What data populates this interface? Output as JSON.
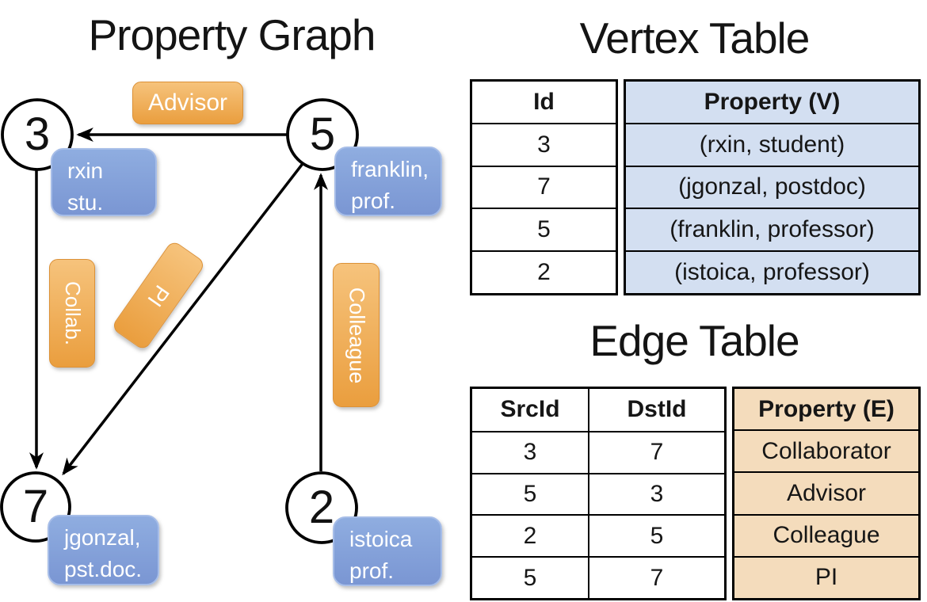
{
  "graph": {
    "title": "Property Graph",
    "nodes": [
      {
        "id": "3",
        "property": [
          "rxin",
          "stu."
        ]
      },
      {
        "id": "5",
        "property": [
          "franklin,",
          "prof."
        ]
      },
      {
        "id": "7",
        "property": [
          "jgonzal,",
          "pst.doc."
        ]
      },
      {
        "id": "2",
        "property": [
          "istoica",
          "prof."
        ]
      }
    ],
    "edge_labels": [
      {
        "label": "Advisor"
      },
      {
        "label": "Collab."
      },
      {
        "label": "PI"
      },
      {
        "label": "Colleague"
      }
    ]
  },
  "vertex_table": {
    "title": "Vertex Table",
    "columns": [
      "Id",
      "Property (V)"
    ],
    "rows": [
      [
        "3",
        "(rxin, student)"
      ],
      [
        "7",
        "(jgonzal, postdoc)"
      ],
      [
        "5",
        "(franklin, professor)"
      ],
      [
        "2",
        "(istoica, professor)"
      ]
    ]
  },
  "edge_table": {
    "title": "Edge Table",
    "columns": [
      "SrcId",
      "DstId",
      "Property (E)"
    ],
    "rows": [
      [
        "3",
        "7",
        "Collaborator"
      ],
      [
        "5",
        "3",
        "Advisor"
      ],
      [
        "2",
        "5",
        "Colleague"
      ],
      [
        "5",
        "7",
        "PI"
      ]
    ]
  },
  "colors": {
    "orange_top": "#f6c37c",
    "orange_bottom": "#ea9e3e",
    "orange_border": "#dc9137",
    "blue_top": "#8fade0",
    "blue_bottom": "#7a96d3",
    "blue_border": "#a6bde8",
    "vertex_cell_bg": "#d3dff1",
    "edge_cell_bg": "#f4dcbc",
    "line_color": "#000000",
    "text_dark": "#111111",
    "label_text": "#ffffff"
  }
}
